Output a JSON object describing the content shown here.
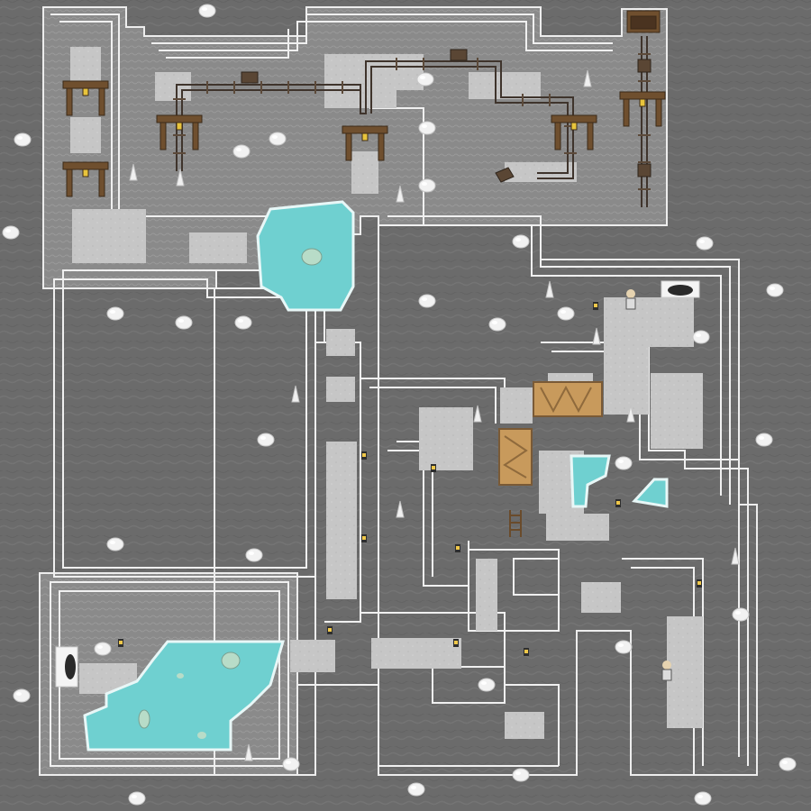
{
  "map": {
    "environment": "cave-mine",
    "palette": {
      "rock_dark": "#6b6b6b",
      "rock_mid": "#7d7d7d",
      "floor": "#c9c9c9",
      "floor_light": "#d9d9d9",
      "ledge_edge": "#efefef",
      "water": "#6fcfcf",
      "water_edge": "#e6f6f6",
      "wood": "#7a5a36",
      "wood_light": "#c79a5c",
      "rail": "#4a3d33"
    },
    "objects": [
      {
        "kind": "mine-cart",
        "name": "mine-cart-icon"
      },
      {
        "kind": "lantern",
        "name": "lantern-icon"
      },
      {
        "kind": "trainer",
        "name": "trainer-sprite"
      },
      {
        "kind": "cave-exit",
        "name": "cave-exit"
      },
      {
        "kind": "bridge",
        "name": "wooden-bridge"
      },
      {
        "kind": "ladder",
        "name": "ladder-icon"
      },
      {
        "kind": "boulder",
        "name": "boulder-icon"
      },
      {
        "kind": "stalagmite",
        "name": "stalagmite-icon"
      },
      {
        "kind": "mine-support",
        "name": "mine-support"
      },
      {
        "kind": "pool",
        "name": "water-pool"
      }
    ]
  }
}
